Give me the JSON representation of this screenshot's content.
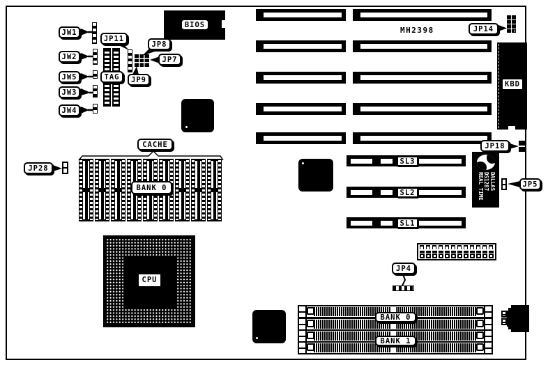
{
  "board": {
    "part_number": "MH2398"
  },
  "callouts": {
    "jw1": "JW1",
    "jw2": "JW2",
    "jw5": "JW5",
    "jw3": "JW3",
    "jw4": "JW4",
    "jp11": "JP11",
    "jp8": "JP8",
    "jp7": "JP7",
    "jp9": "JP9",
    "jp28": "JP28",
    "jp14": "JP14",
    "jp18": "JP18",
    "jp5": "JP5",
    "jp4": "JP4"
  },
  "components": {
    "bios": "BIOS",
    "tag": "TAG",
    "cache": "CACHE",
    "cache_bank": "BANK 0",
    "cpu": "CPU",
    "kbd": "KBD",
    "sl3": "SL3",
    "sl2": "SL2",
    "sl1": "SL1",
    "simm_bank0": "BANK 0",
    "simm_bank1": "BANK 1",
    "rtc_line1": "DALLAS",
    "rtc_line2": "DS1287",
    "rtc_line3": "REAL TIME"
  },
  "colors": {
    "ink": "#000000",
    "paper": "#ffffff"
  }
}
